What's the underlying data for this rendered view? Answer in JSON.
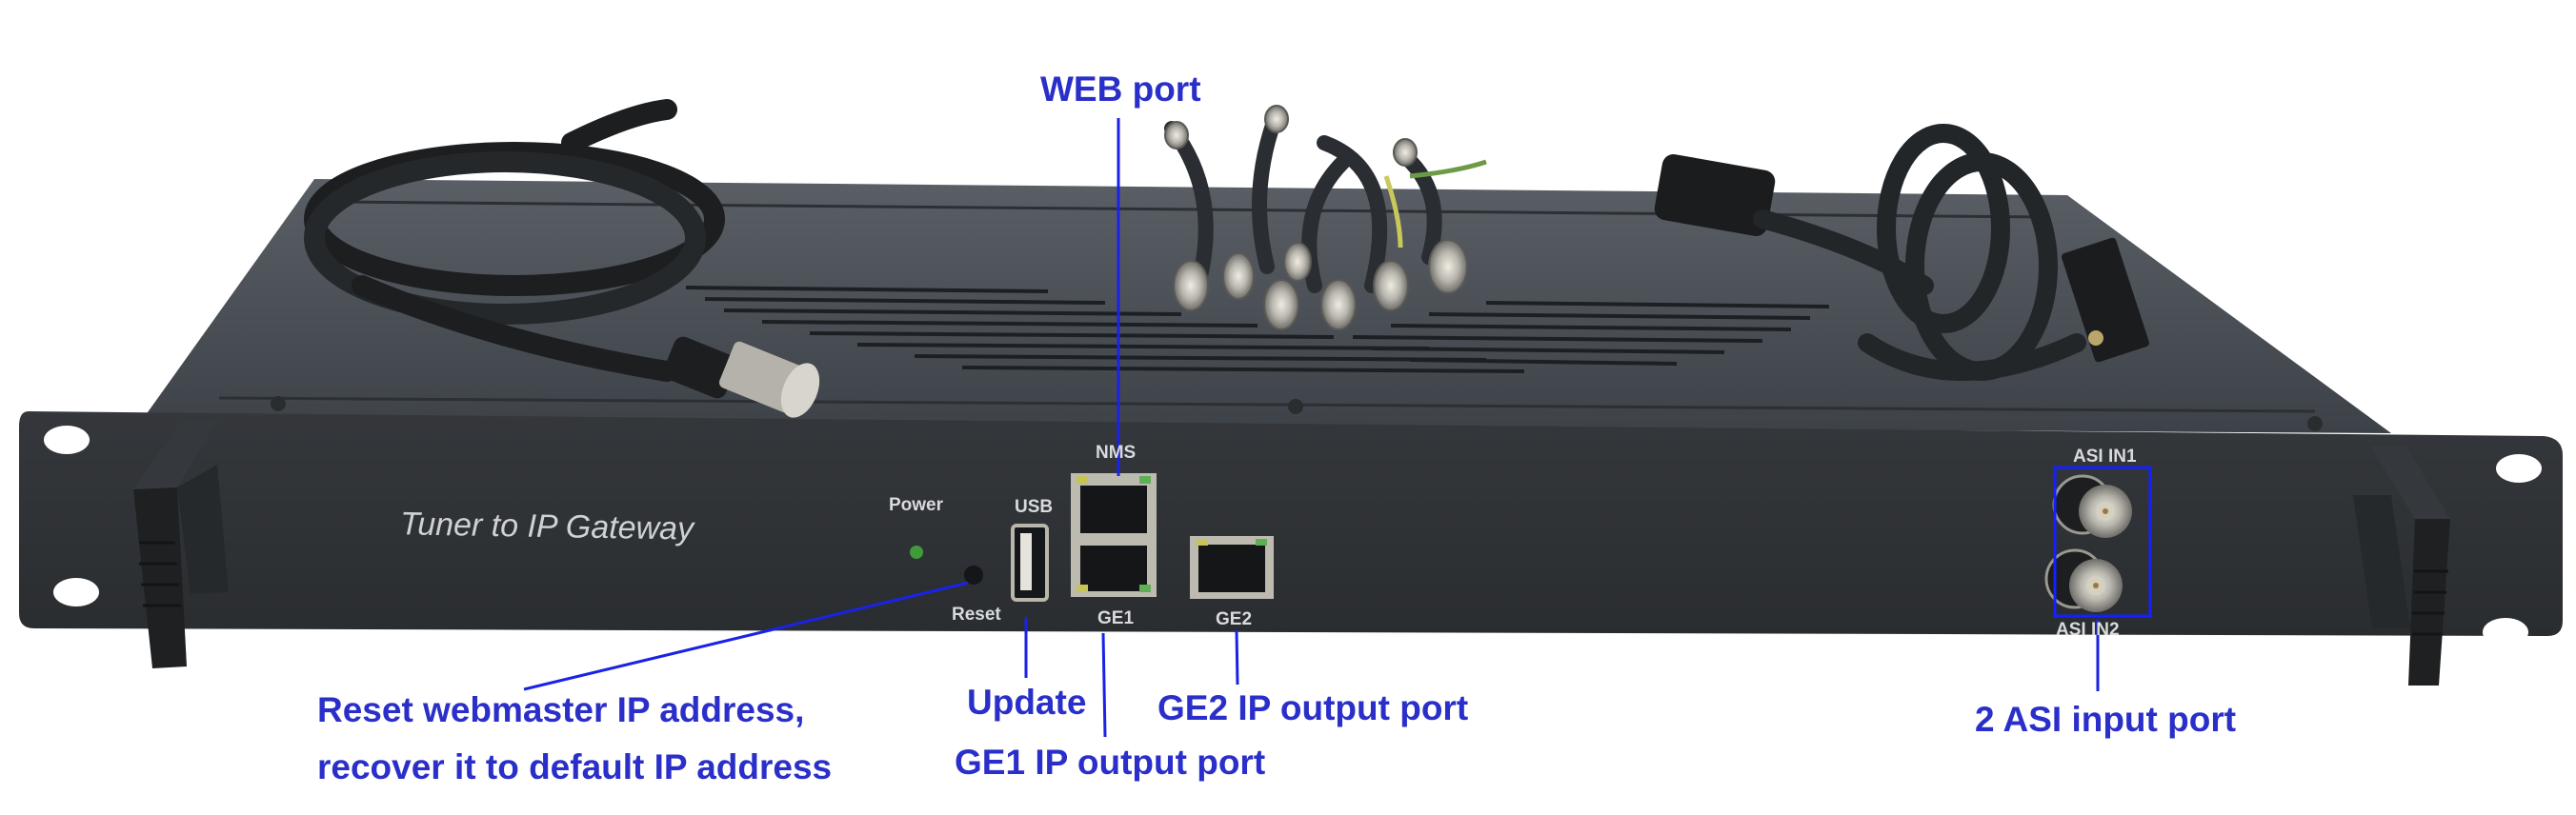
{
  "device": {
    "brand_label": "Tuner to IP Gateway",
    "panel_labels": {
      "power": "Power",
      "reset": "Reset",
      "usb": "USB",
      "nms": "NMS",
      "ge1": "GE1",
      "ge2": "GE2",
      "asi_in1": "ASI IN1",
      "asi_in2": "ASI IN2"
    },
    "colors": {
      "chassis_front": "#2f3236",
      "chassis_top": "#4a4f55",
      "bracket": "#25282b",
      "led_power": "#3f9a3a",
      "callout": "#2a2fc9"
    }
  },
  "callouts": {
    "web_port": "WEB port",
    "reset": {
      "line1": "Reset webmaster IP address,",
      "line2": "recover it to default IP address"
    },
    "update": "Update",
    "ge1": "GE1 IP output port",
    "ge2": "GE2 IP output port",
    "asi": "2 ASI input port"
  }
}
